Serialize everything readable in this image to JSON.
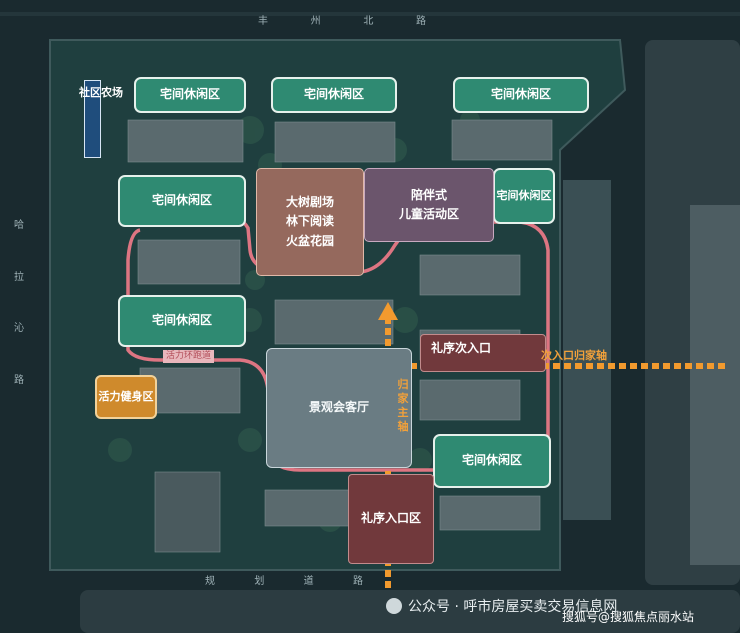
{
  "roads": {
    "north": [
      "丰",
      "州",
      "北",
      "路"
    ],
    "west": [
      "哈",
      "拉",
      "沁",
      "路"
    ],
    "south": [
      "规",
      "划",
      "道",
      "路"
    ]
  },
  "zones": {
    "farm": "社区农场",
    "leisure": "宅间休闲区",
    "tree_theater": [
      "大树剧场",
      "林下阅读",
      "火盆花园"
    ],
    "children": [
      "陪伴式",
      "儿童活动区"
    ],
    "landscape_hall": "景观会客厅",
    "fitness": "活力健身区",
    "secondary_entry": "礼序次入口",
    "main_entry": "礼序入口区"
  },
  "labels": {
    "loop": "活力环跑道",
    "main_axis": [
      "归",
      "家",
      "主",
      "轴"
    ],
    "secondary_axis": "次入口归家轴"
  },
  "watermark": {
    "wechat": "公众号 · 呼市房屋买卖交易信息网",
    "sohu": "搜狐号@搜狐焦点丽水站"
  },
  "colors": {
    "leisure": "#2f8a72",
    "theater": "#95695d",
    "children": "#6b556c",
    "entry": "#71393c",
    "hall": "#6a7c83",
    "fitness": "#cf8a2c",
    "farm": "#1f4d7c",
    "loop": "#e87886",
    "axis": "#f29a2e"
  }
}
